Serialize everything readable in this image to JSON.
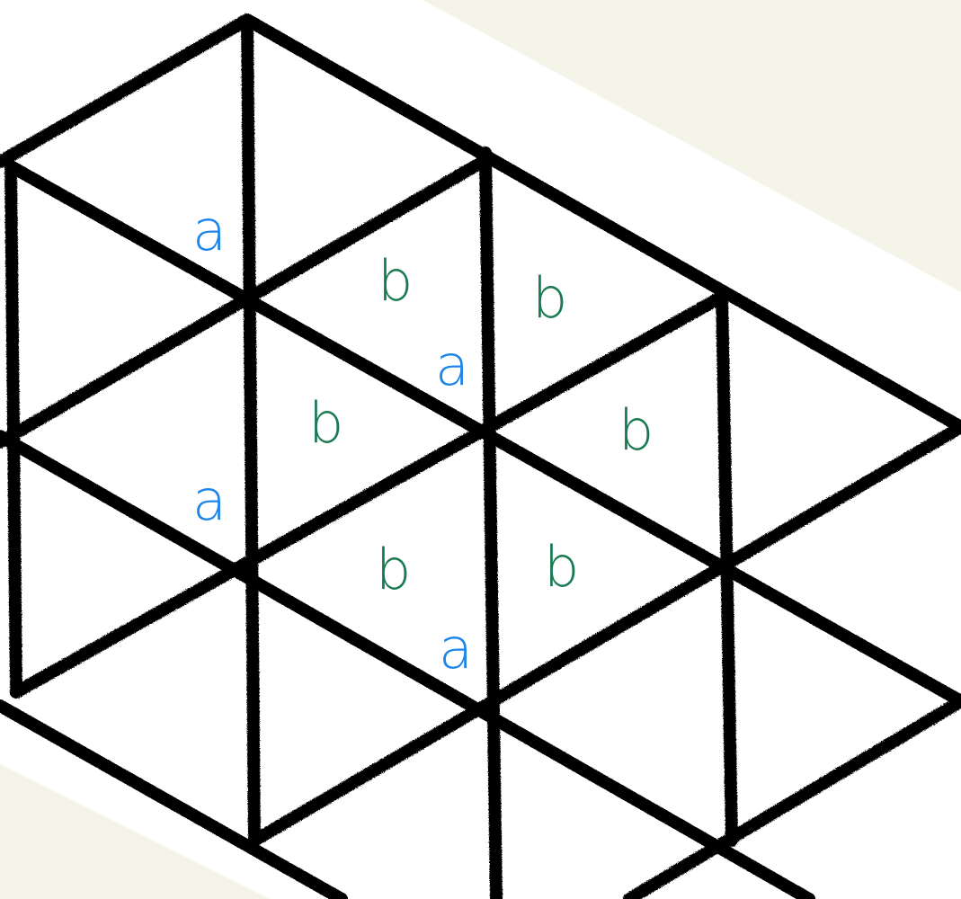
{
  "colors": {
    "background": "#f5f4e8",
    "paper": "#ffffff",
    "grid_lines": "#000000",
    "label_a": "#1e86e8",
    "label_b": "#1a7a52"
  },
  "labels": {
    "a1": "a",
    "a2": "a",
    "a3": "a",
    "a4": "a",
    "b1": "b",
    "b2": "b",
    "b3": "b",
    "b4": "b",
    "b5": "b",
    "b6": "b"
  }
}
